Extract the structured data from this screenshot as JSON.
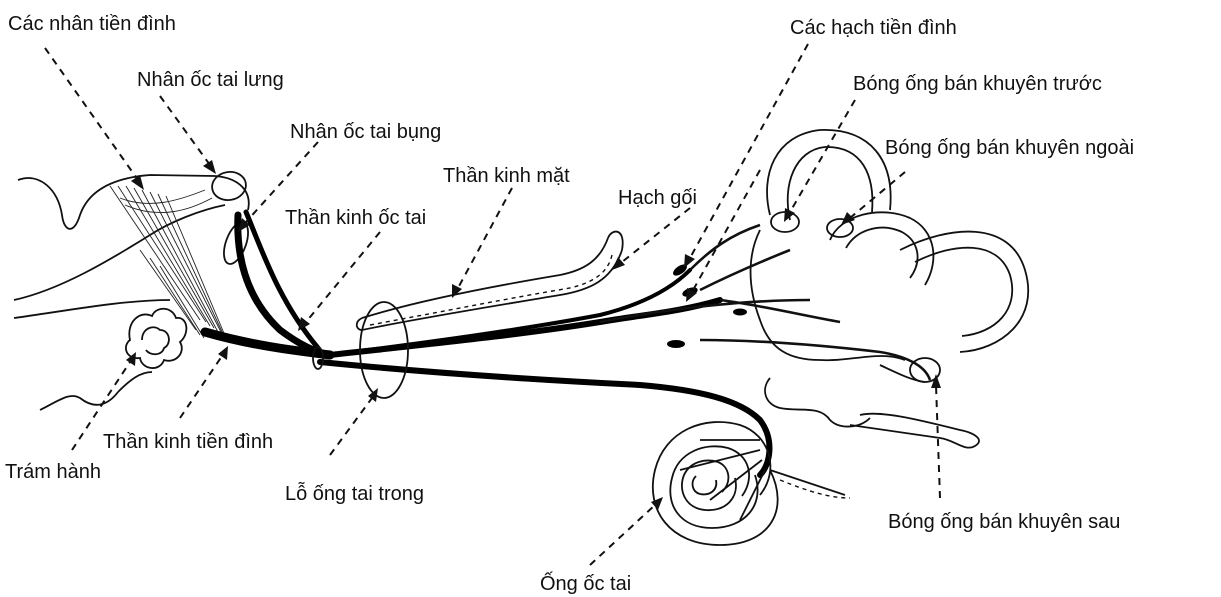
{
  "labels": {
    "vestibular_nuclei": "Các nhân tiền đình",
    "dorsal_cochlear_nucleus": "Nhân ốc tai lưng",
    "ventral_cochlear_nucleus": "Nhân ốc tai bụng",
    "facial_nerve": "Thần kinh mặt",
    "cochlear_nerve": "Thần kinh ốc tai",
    "geniculate_ganglion": "Hạch gối",
    "vestibular_ganglia": "Các hạch tiền đình",
    "anterior_ampulla": "Bóng ống bán khuyên trước",
    "lateral_ampulla": "Bóng ống bán khuyên ngoài",
    "olive": "Trám hành",
    "vestibular_nerve": "Thần kinh tiền đình",
    "internal_acoustic_meatus": "Lỗ ống tai trong",
    "cochlea": "Ống ốc tai",
    "posterior_ampulla": "Bóng ống bán khuyên sau"
  }
}
